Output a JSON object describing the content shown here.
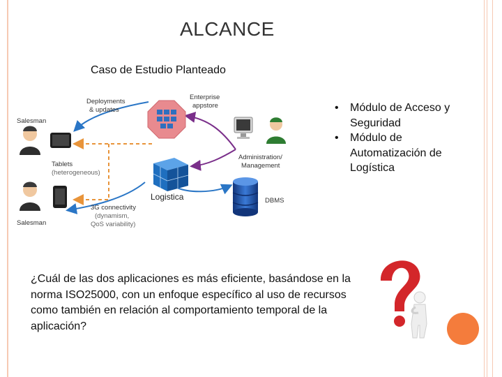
{
  "slide": {
    "title": "ALCANCE",
    "subtitle": "Caso de Estudio Planteado",
    "bullets": [
      "Módulo de Acceso y Seguridad",
      "Módulo de Automatización de Logística"
    ],
    "question": "¿Cuál de las dos aplicaciones es más eficiente, basándose en la norma ISO25000, con un enfoque específico al uso de recursos como también en relación al comportamiento temporal de la aplicación?"
  },
  "diagram": {
    "salesman_top": "Salesman",
    "salesman_bottom": "Salesman",
    "deployments_line1": "Deployments",
    "deployments_line2": "& updates",
    "enterprise_line1": "Enterprise",
    "enterprise_line2": "appstore",
    "tablets_line1": "Tablets",
    "tablets_line2": "(heterogeneous)",
    "logistica": "Logistica",
    "admin_line1": "Administration/",
    "admin_line2": "Management",
    "dbms": "DBMS",
    "conn_line1": "3G connectivity",
    "conn_line2": "(dynamism,",
    "conn_line3": "QoS variability)"
  },
  "colors": {
    "accent": "#f47c3c",
    "frame": "#f6c9b3",
    "arrow_blue": "#2a76c6",
    "arrow_purple": "#7a2f8a",
    "arrow_orange": "#e8943a",
    "cube": "#1f6fbf",
    "db": "#1d4f9a",
    "octagon": "#e88a8f"
  }
}
